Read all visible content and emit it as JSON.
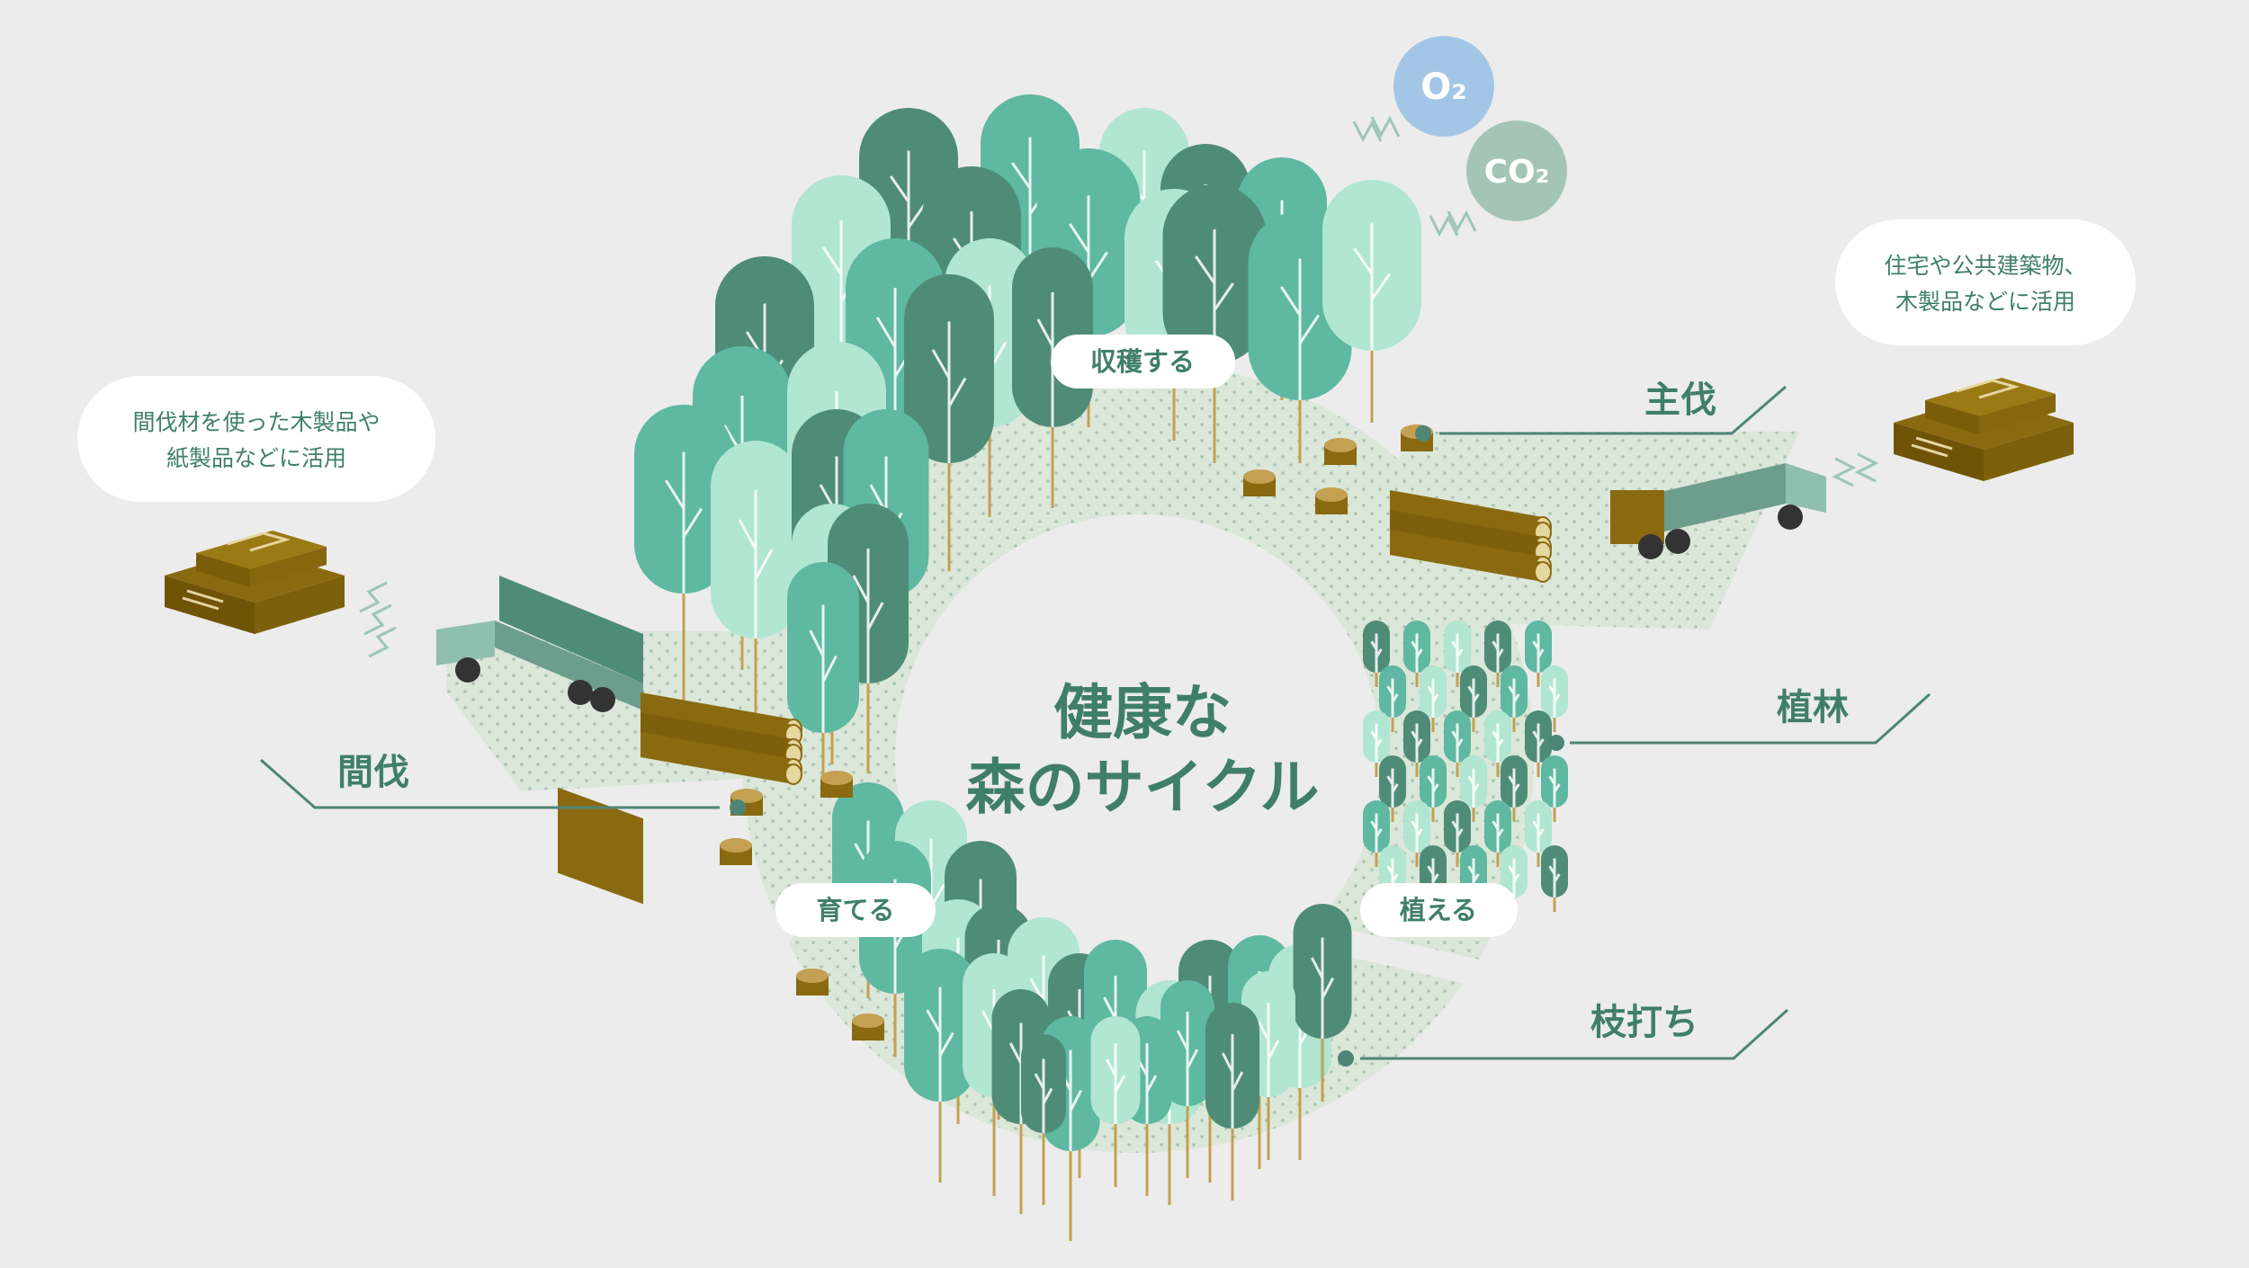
{
  "center_title": {
    "line1": "健康な",
    "line2": "森のサイクル"
  },
  "phases": {
    "thinning": "間伐",
    "final_cut": "主伐",
    "planting": "植林",
    "pruning": "枝打ち"
  },
  "pills": {
    "harvest": "収穫する",
    "plant": "植える",
    "grow": "育てる"
  },
  "bubbles": {
    "left": {
      "line1": "間伐材を使った木製品や",
      "line2": "紙製品などに活用"
    },
    "right": {
      "line1": "住宅や公共建築物、",
      "line2": "木製品などに活用"
    }
  },
  "gases": {
    "oxygen": "O₂",
    "carbon_dioxide": "CO₂"
  },
  "colors": {
    "background": "#ececec",
    "ring": "#dbe7d9",
    "ring_dots": "#aac4b2",
    "tree_dark": "#4f8c78",
    "tree_mid": "#5fb8a1",
    "tree_light": "#b0e6d2",
    "trunk": "#c4a052",
    "wood": "#8a6a10",
    "truck": "#6d9d8d",
    "text": "#3f7f69",
    "oxygen": "#a4c6e6",
    "carbon_dioxide": "#a4c5b6"
  }
}
